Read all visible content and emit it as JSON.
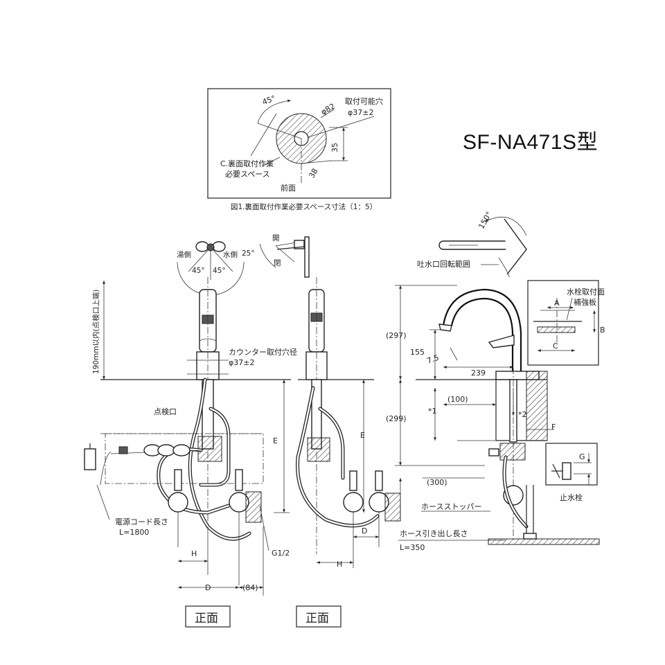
{
  "model": {
    "title": "SF-NA471S型"
  },
  "fig1": {
    "angle": "45°",
    "dia82": "φ82",
    "mount_hole_1": "取付可能穴",
    "mount_hole_2": "φ37±2",
    "dim35": "35",
    "dim38": "38",
    "space_1": "C.裏面取付作業",
    "space_2": "必要スペース",
    "front": "前面",
    "caption": "図1.裏面取付作業必要スペース寸法（1：5）"
  },
  "lever": {
    "hot": "湯側",
    "cold": "水側",
    "a45l": "45°",
    "a45r": "45°",
    "a25": "25°",
    "open": "開",
    "close": "閉"
  },
  "front_view": {
    "vertical_note": "190mm以内(点検口上端)",
    "counter_hole_1": "カウンター取付穴径",
    "counter_hole_2": "φ37±2",
    "inspection": "点検口",
    "dim_e": "E",
    "cord_1": "電源コード長さ",
    "cord_2": "L=1800",
    "dim_h": "H",
    "dim_d": "D",
    "dim_84": "(84)",
    "g12": "G1/2",
    "label": "正面"
  },
  "front_view2": {
    "dim_e": "E",
    "dim_d": "D",
    "dim_h": "H",
    "label": "正面"
  },
  "side_view": {
    "angle150": "150°",
    "rotation": "吐水口回転範囲",
    "d297": "(297)",
    "d155": "155",
    "d75": "7.5",
    "d239": "239",
    "d299": "(299)",
    "d100": "(100)",
    "note1": "*1",
    "note2": "*2",
    "dim_f": "F",
    "d300": "(300)",
    "hose_stopper": "ホースストッパー",
    "hose_len_1": "ホース引き出し長さ",
    "hose_len_2": "L=350",
    "stop_valve": "止水栓",
    "dim_g": "G"
  },
  "detail": {
    "surface": "水栓取付面",
    "plate": "補強板",
    "dim_a": "A",
    "dim_b": "B",
    "dim_c": "C"
  }
}
